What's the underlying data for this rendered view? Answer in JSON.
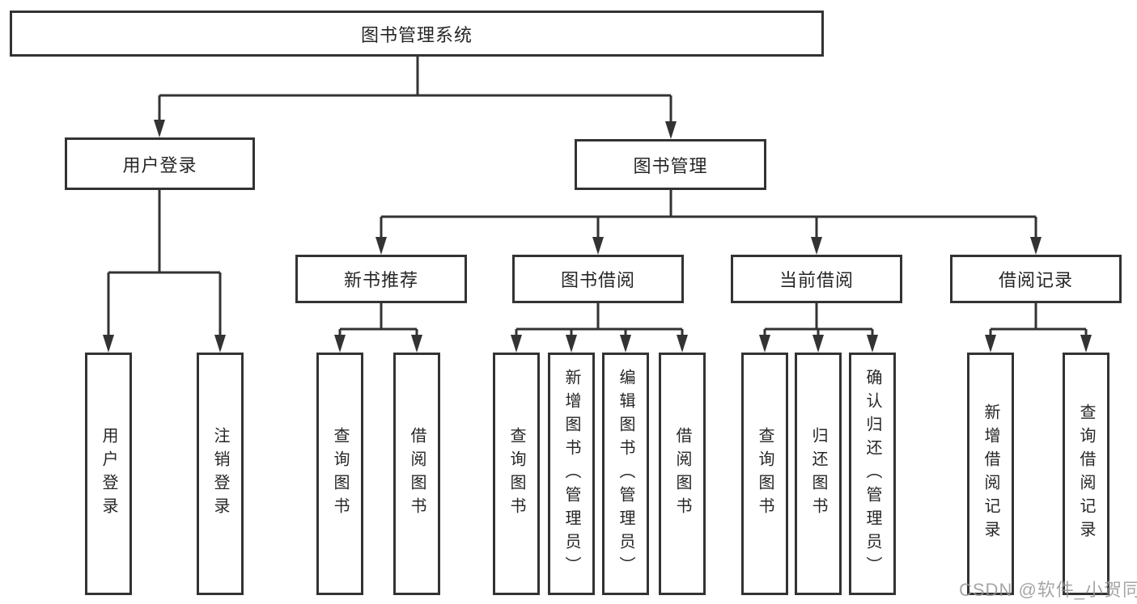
{
  "tree": {
    "root": "图书管理系统",
    "children": [
      {
        "label": "用户登录",
        "children": [
          {
            "label": "用户登录"
          },
          {
            "label": "注销登录"
          }
        ]
      },
      {
        "label": "图书管理",
        "children": [
          {
            "label": "新书推荐",
            "children": [
              {
                "label": "查询图书"
              },
              {
                "label": "借阅图书"
              }
            ]
          },
          {
            "label": "图书借阅",
            "children": [
              {
                "label": "查询图书"
              },
              {
                "label": "新增图书（管理员）"
              },
              {
                "label": "编辑图书（管理员）"
              },
              {
                "label": "借阅图书"
              }
            ]
          },
          {
            "label": "当前借阅",
            "children": [
              {
                "label": "查询图书"
              },
              {
                "label": "归还图书"
              },
              {
                "label": "确认归还（管理员）"
              }
            ]
          },
          {
            "label": "借阅记录",
            "children": [
              {
                "label": "新增借阅记录"
              },
              {
                "label": "查询借阅记录"
              }
            ]
          }
        ]
      }
    ]
  },
  "watermark": {
    "text": "CSDN @软件_小贺同学"
  },
  "colors": {
    "line": "#333333",
    "box_border": "#333333",
    "text": "#262626",
    "watermark": "#969696",
    "background": "#ffffff"
  }
}
